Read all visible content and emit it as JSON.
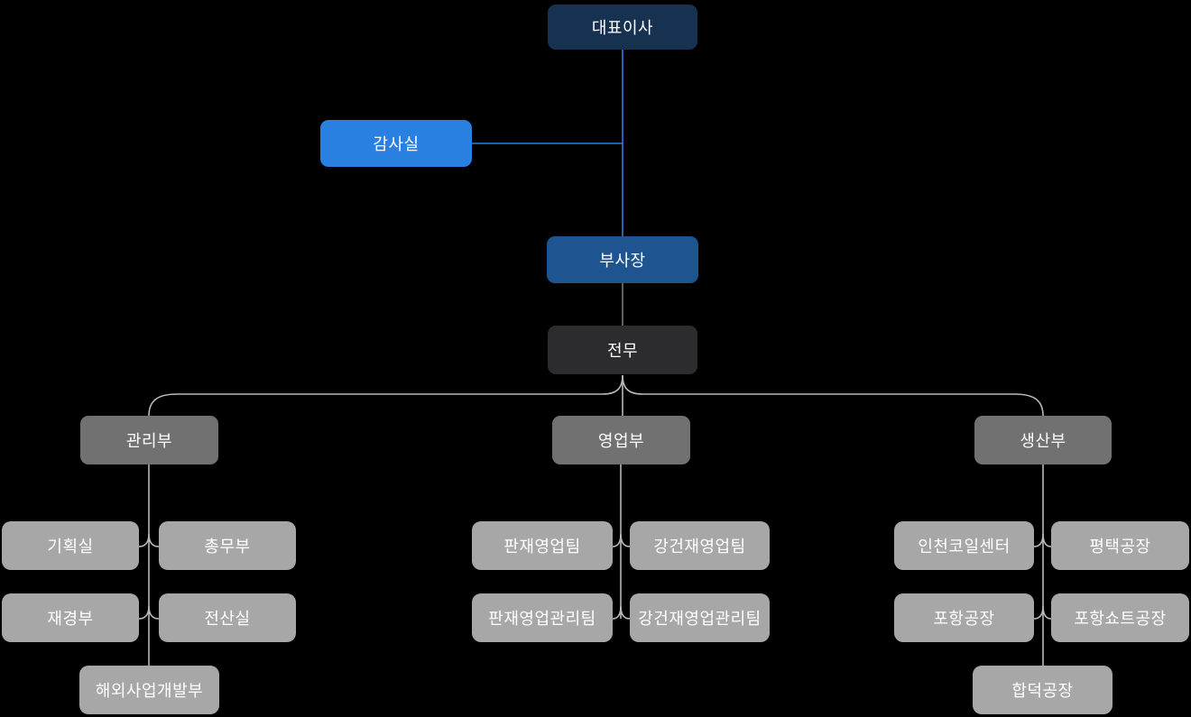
{
  "org": {
    "ceo": {
      "label": "대표이사"
    },
    "audit": {
      "label": "감사실"
    },
    "vice_president": {
      "label": "부사장"
    },
    "executive_director": {
      "label": "전무"
    },
    "departments": [
      {
        "label": "관리부",
        "children": [
          "기획실",
          "총무부",
          "재경부",
          "전산실",
          "해외사업개발부"
        ]
      },
      {
        "label": "영업부",
        "children": [
          "판재영업팀",
          "강건재영업팀",
          "판재영업관리팀",
          "강건재영업관리팀"
        ]
      },
      {
        "label": "생산부",
        "children": [
          "인천코일센터",
          "평택공장",
          "포항공장",
          "포항쇼트공장",
          "합덕공장"
        ]
      }
    ]
  },
  "colors": {
    "bg": "#000000",
    "navy": "#163250",
    "bright-blue": "#2a80e0",
    "mid-blue": "#1e5591",
    "charcoal": "#2c2c2e",
    "dept-gray": "#717171",
    "child-gray": "#a7a7a7",
    "line-blue": "#2a7de0",
    "line-dark": "#5f5f5f",
    "line-light": "#b7bab4",
    "text": "#ffffff"
  }
}
